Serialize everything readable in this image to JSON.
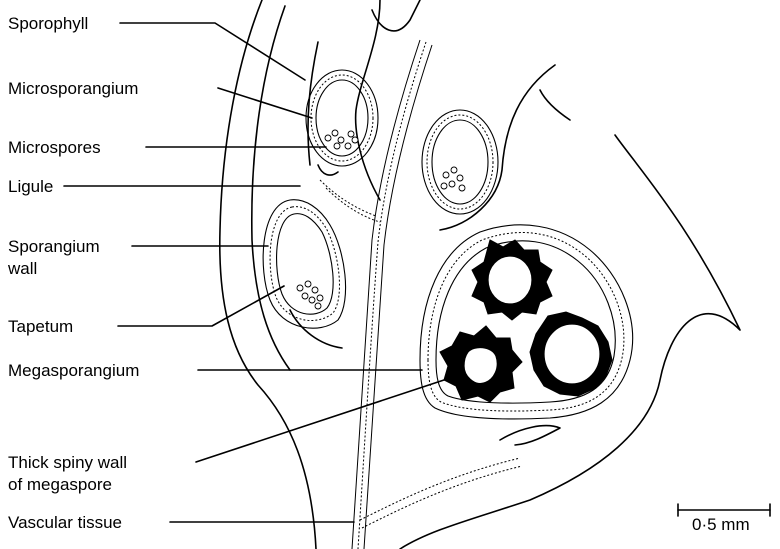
{
  "labels": {
    "sporophyll": "Sporophyll",
    "microsporangium": "Microsporangium",
    "microspores": "Microspores",
    "ligule": "Ligule",
    "sporangium_wall_1": "Sporangium",
    "sporangium_wall_2": "wall",
    "tapetum": "Tapetum",
    "megasporangium": "Megasporangium",
    "thick_spiny_1": "Thick spiny wall",
    "thick_spiny_2": "of megaspore",
    "vascular_tissue": "Vascular tissue"
  },
  "scale_bar": {
    "label": "0·5 mm"
  }
}
